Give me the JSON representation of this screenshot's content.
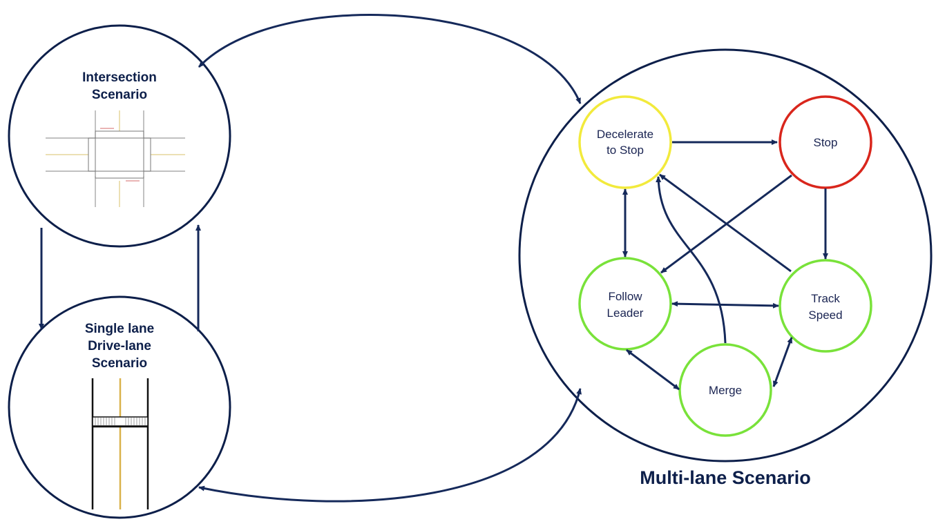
{
  "scenarios": {
    "intersection": {
      "title_line1": "Intersection",
      "title_line2": "Scenario"
    },
    "single_lane": {
      "title_line1": "Single lane",
      "title_line2": "Drive-lane",
      "title_line3": "Scenario"
    },
    "multi_lane": {
      "title": "Multi-lane Scenario"
    }
  },
  "states": {
    "decelerate": {
      "line1": "Decelerate",
      "line2": "to Stop",
      "color": "#f2ea3c"
    },
    "stop": {
      "line1": "Stop",
      "color": "#d9261c"
    },
    "follow": {
      "line1": "Follow",
      "line2": "Leader",
      "color": "#79e23a"
    },
    "track": {
      "line1": "Track",
      "line2": "Speed",
      "color": "#79e23a"
    },
    "merge": {
      "line1": "Merge",
      "color": "#79e23a"
    }
  },
  "colors": {
    "outline": "#0d1f4a",
    "arrow": "#15295a",
    "road_center": "#d9b24a"
  }
}
